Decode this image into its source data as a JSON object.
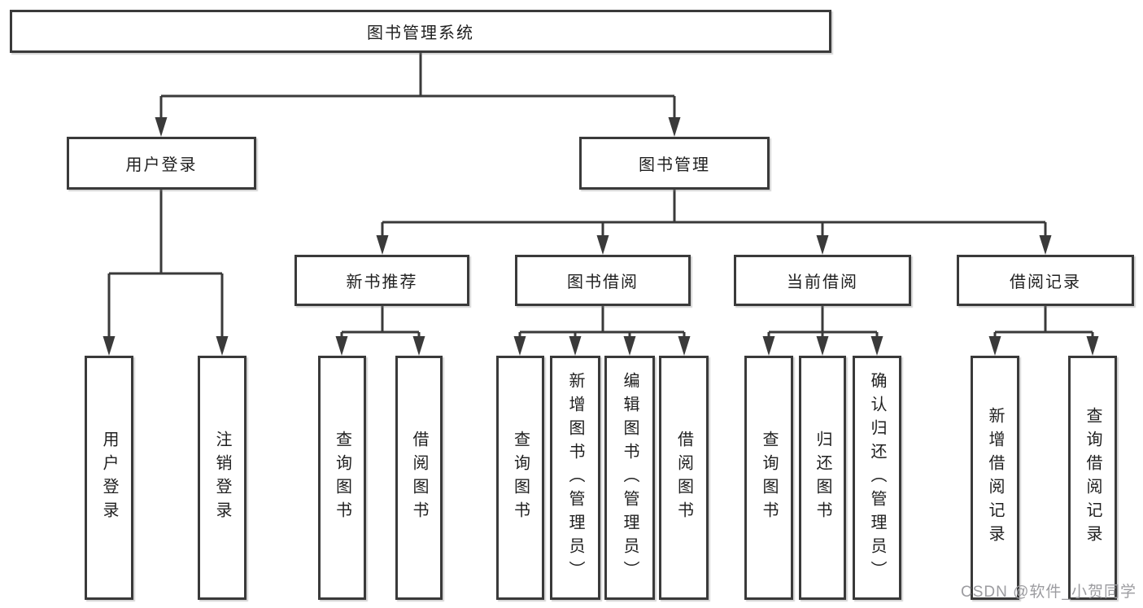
{
  "diagram": {
    "root": {
      "label": "图书管理系统"
    },
    "level2": [
      {
        "label": "用户登录"
      },
      {
        "label": "图书管理"
      }
    ],
    "level3": [
      {
        "label": "新书推荐"
      },
      {
        "label": "图书借阅"
      },
      {
        "label": "当前借阅"
      },
      {
        "label": "借阅记录"
      }
    ],
    "leaves": {
      "user_login": [
        "用户登录",
        "注销登录"
      ],
      "new_book_recommendation": [
        "查询图书",
        "借阅图书"
      ],
      "book_borrowing": [
        "查询图书",
        "新增图书（管理员）",
        "编辑图书（管理员）",
        "借阅图书"
      ],
      "current_borrowing": [
        "查询图书",
        "归还图书",
        "确认归还（管理员）"
      ],
      "borrowing_records": [
        "新增借阅记录",
        "查询借阅记录"
      ]
    },
    "watermark": "CSDN @软件_小贺同学",
    "colors": {
      "line": "#3a3a3a",
      "text": "#1f1f1f",
      "watermark_text": "#9c9ca0",
      "background": "#ffffff"
    }
  }
}
